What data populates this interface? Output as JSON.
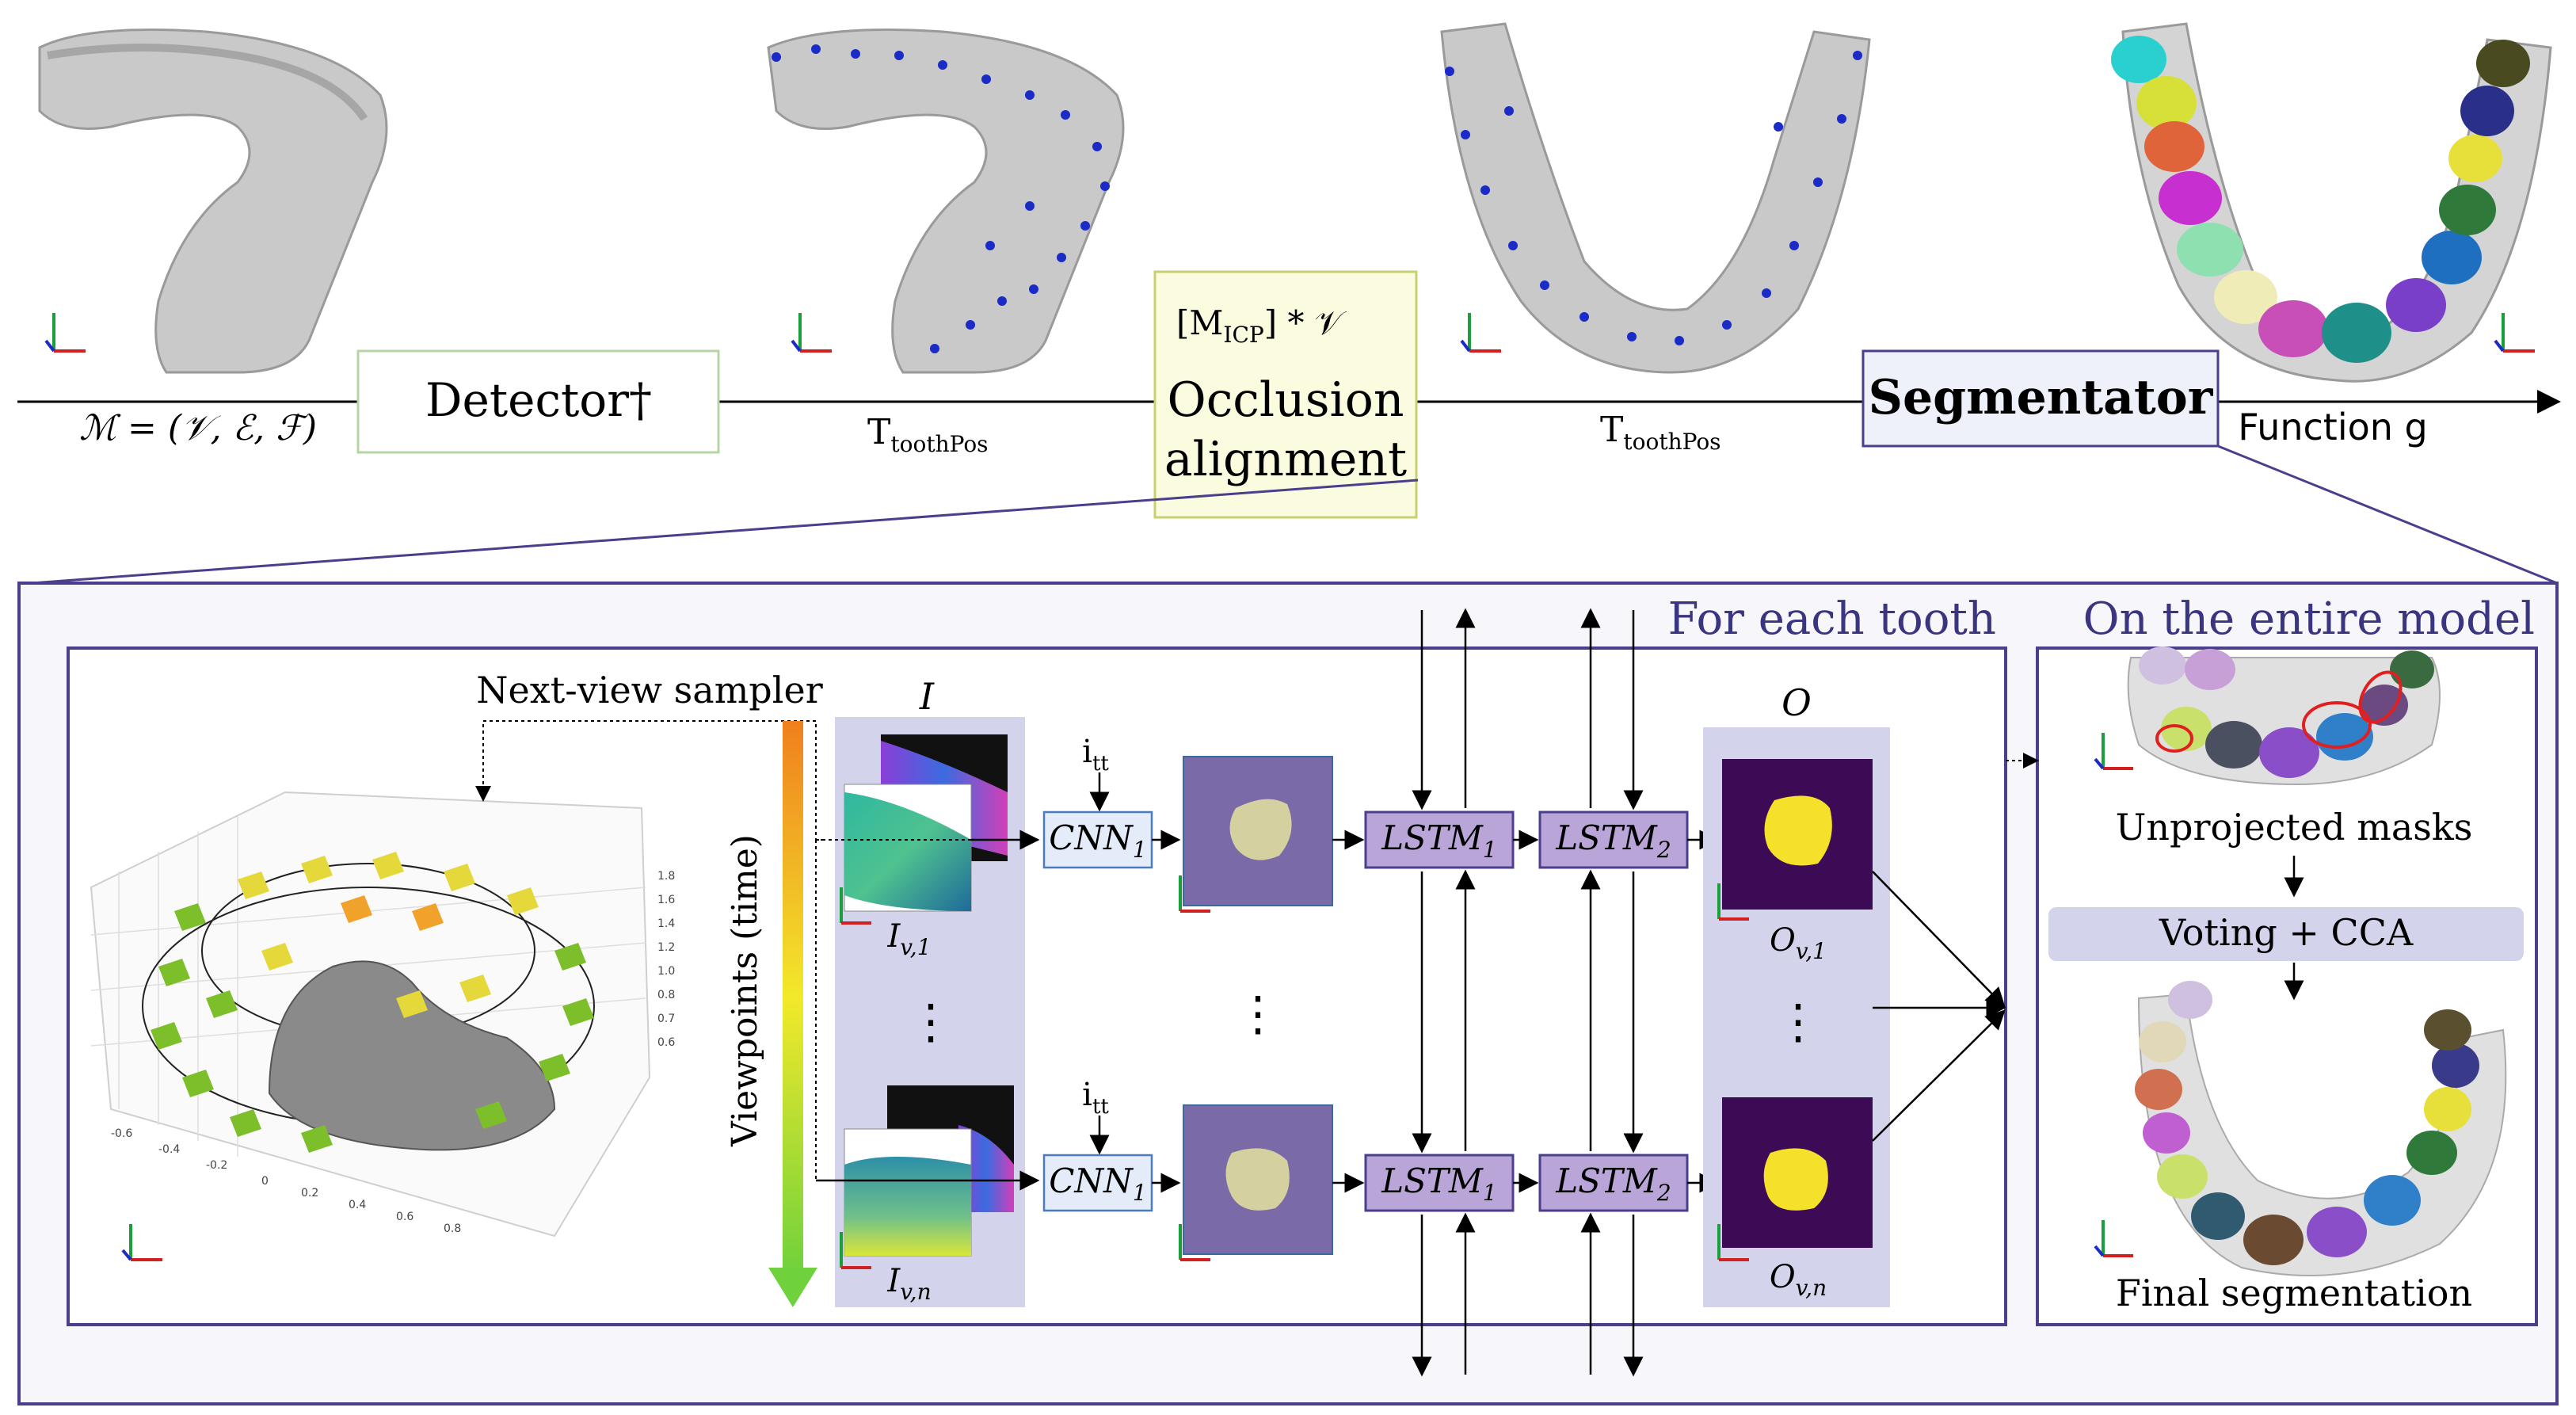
{
  "pipeline": {
    "input_label": "ℳ = (𝒱, ℰ, ℱ)",
    "detector_label": "Detector†",
    "tooth_pos_label_1": "T",
    "tooth_pos_sub_1": "toothPos",
    "alignment_top": "[M",
    "alignment_sub": "ICP",
    "alignment_top_rest": "] * 𝒱",
    "alignment_line1": "Occlusion",
    "alignment_line2": "alignment",
    "tooth_pos_label_2": "T",
    "tooth_pos_sub_2": "toothPos",
    "segmentator_label": "Segmentator",
    "function_label": "Function g"
  },
  "detail": {
    "for_each_tooth": "For each tooth",
    "on_entire_model": "On the entire model",
    "next_view_sampler": "Next-view sampler",
    "viewpoints_label": "Viewpoints (time)",
    "input_stack_label": "I",
    "input_first_label": "I",
    "input_first_sub": "v,1",
    "input_last_label": "I",
    "input_last_sub": "v,n",
    "itt_label": "i",
    "itt_sub": "tt",
    "cnn_label": "CNN",
    "cnn_sub": "1",
    "lstm1_label": "LSTM",
    "lstm1_sub": "1",
    "lstm2_label": "LSTM",
    "lstm2_sub": "2",
    "output_stack_label": "O",
    "output_first_label": "O",
    "output_first_sub": "v,1",
    "output_last_label": "O",
    "output_last_sub": "v,n",
    "unprojected_masks": "Unprojected masks",
    "voting_cca": "Voting + CCA",
    "final_segmentation": "Final segmentation",
    "ellipsis": "⋮"
  },
  "colors": {
    "box_border": "#4a3f8c",
    "lstm_fill": "#b9a5d8",
    "cnn_fill": "#e3ecf8",
    "stack_bg": "#d3d4ec",
    "mask_bg": "#7a6aa8",
    "output_bg": "#3d0a55",
    "output_blob": "#f5e12a",
    "arch_grey": "#c8c8c8"
  }
}
